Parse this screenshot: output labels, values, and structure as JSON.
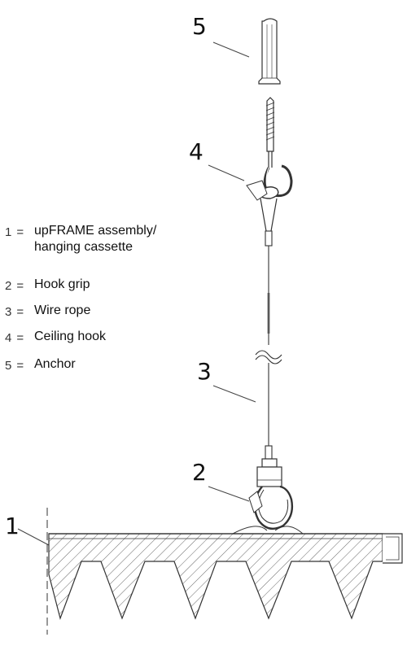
{
  "callouts": {
    "anchor": "5",
    "ceiling_hook": "4",
    "wire_rope": "3",
    "hook_grip": "2",
    "upframe_assembly": "1"
  },
  "legend": [
    {
      "number": "1",
      "equals": "=",
      "label": "upFRAME assembly/\nhanging cassette"
    },
    {
      "number": "2",
      "equals": "=",
      "label": "Hook grip"
    },
    {
      "number": "3",
      "equals": "=",
      "label": "Wire rope"
    },
    {
      "number": "4",
      "equals": "=",
      "label": "Ceiling hook"
    },
    {
      "number": "5",
      "equals": "=",
      "label": "Anchor"
    }
  ],
  "colors": {
    "line": "#333333",
    "hatch": "#555555",
    "background": "#ffffff"
  }
}
